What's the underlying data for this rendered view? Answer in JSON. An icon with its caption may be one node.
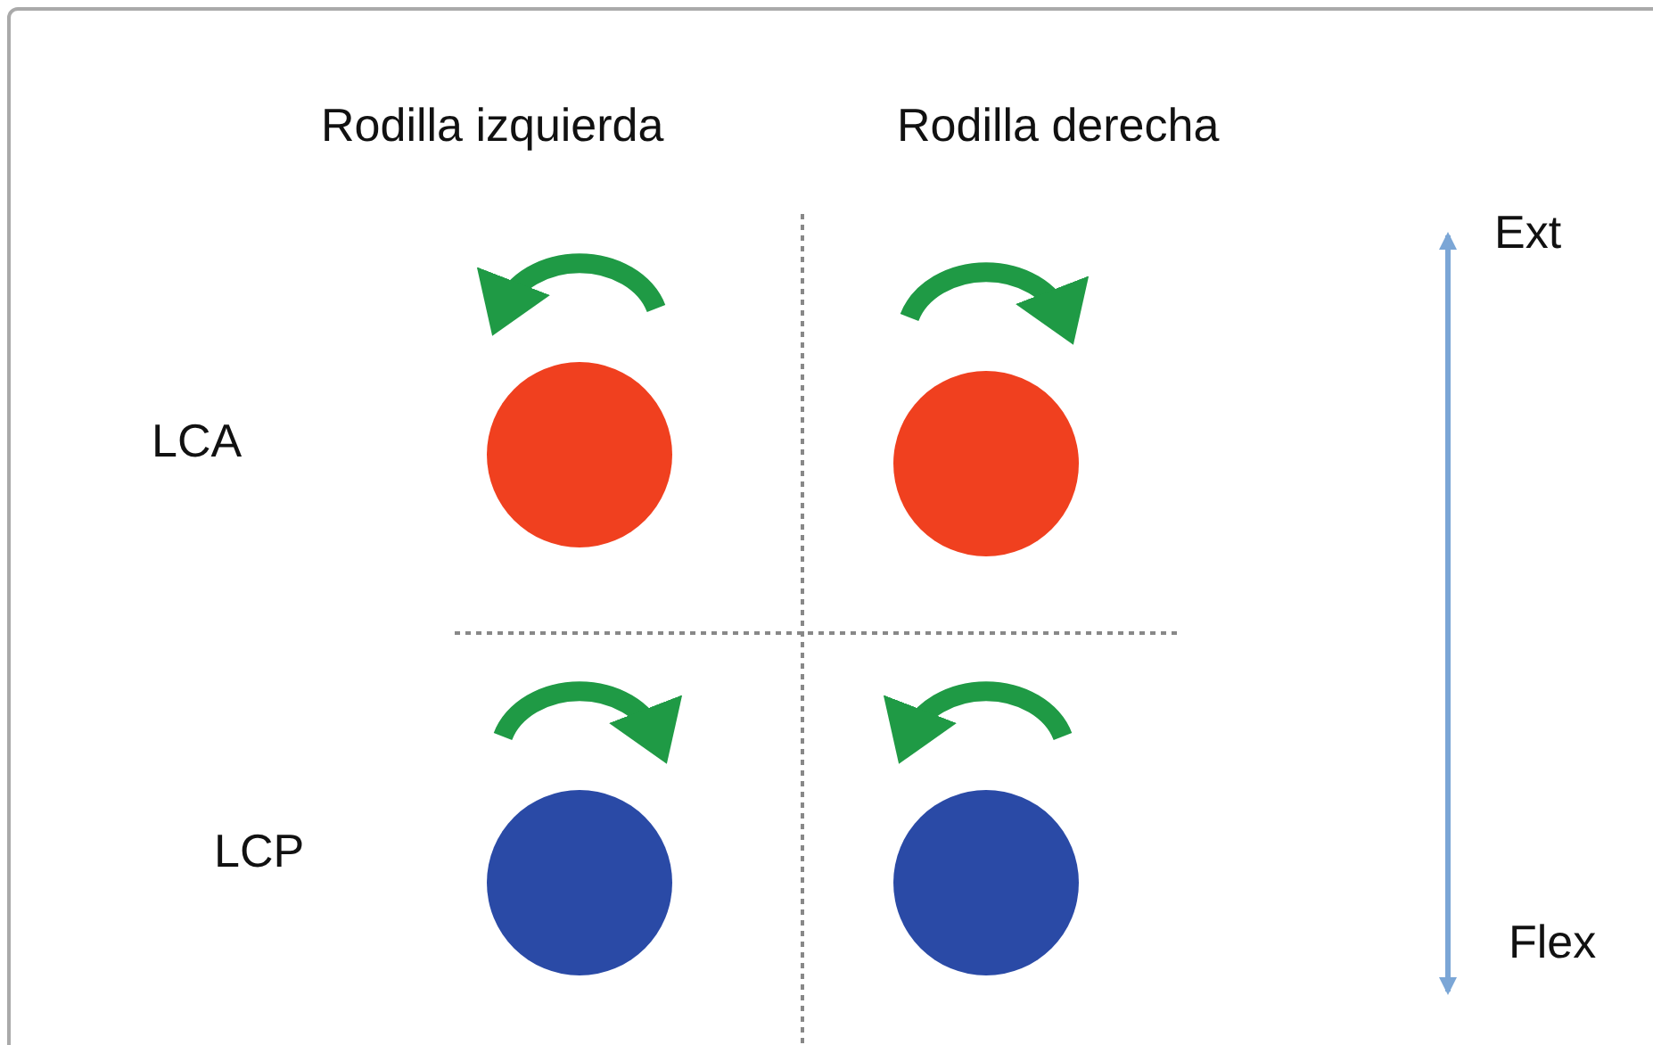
{
  "diagram": {
    "nodes": [
      {
        "text": [],
        "shape": "circle"
      },
      {
        "text": [],
        "shape": "circle"
      },
      {
        "text": [],
        "shape": "circle"
      },
      {
        "text": [],
        "shape": "circle"
      }
    ],
    "labels": [
      "Rodilla izquierda",
      "Rodilla derecha",
      "LCA",
      "Ext",
      "LCP",
      "Flex"
    ]
  }
}
